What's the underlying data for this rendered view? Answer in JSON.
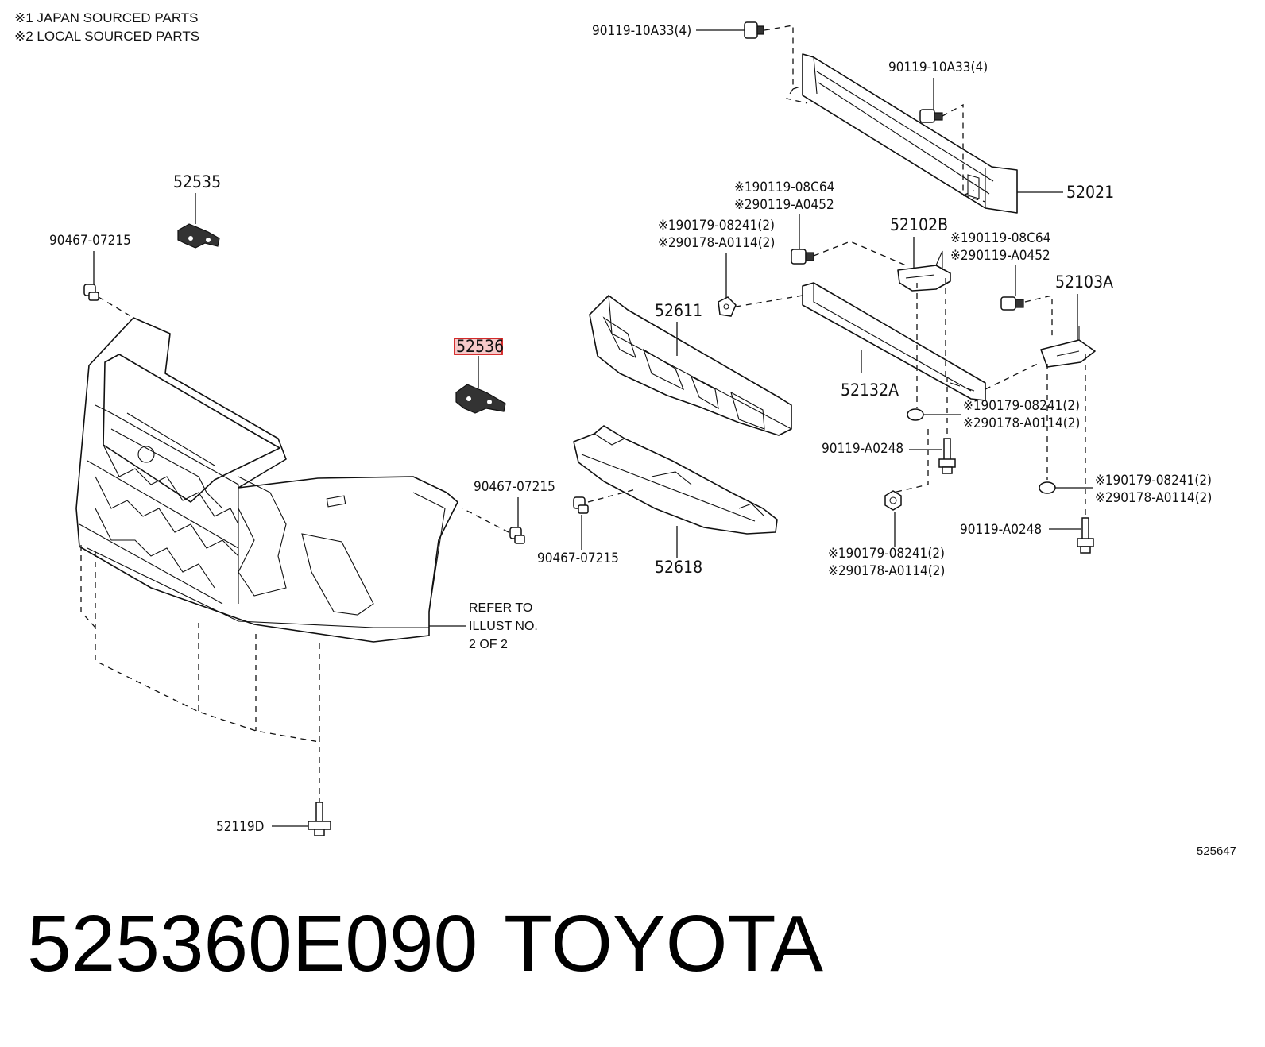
{
  "notes": {
    "japan": "※1 JAPAN SOURCED PARTS",
    "local": "※2 LOCAL SOURCED PARTS"
  },
  "callouts": {
    "bolt_top": "90119-10A33(4)",
    "bolt_upper": "90119-10A33(4)",
    "reinforcement": "52021",
    "bracket_left": "52535",
    "clip_left": "90467-07215",
    "bracket_selected": "52536",
    "clip_center": "90467-07215",
    "clip_lower": "90467-07215",
    "bolt_mid_1": "※190119-08C64",
    "bolt_mid_2": "※290119-A0452",
    "nut_left_1": "※190179-08241(2)",
    "nut_left_2": "※290178-A0114(2)",
    "bracket_mid": "52102B",
    "bolt_right_1": "※190119-08C64",
    "bolt_right_2": "※290119-A0452",
    "bracket_right": "52103A",
    "absorber": "52611",
    "support": "52132A",
    "nut_center_1": "※190179-08241(2)",
    "nut_center_2": "※290178-A0114(2)",
    "bolt_lower_center": "90119-A0248",
    "nut_far_right_1": "※190179-08241(2)",
    "nut_far_right_2": "※290178-A0114(2)",
    "bolt_lower_right": "90119-A0248",
    "nut_bottom_1": "※190179-08241(2)",
    "nut_bottom_2": "※290178-A0114(2)",
    "under_cover": "52618",
    "bottom_bolt": "52119D"
  },
  "refer_note": [
    "REFER TO",
    "ILLUST NO.",
    "2 OF 2"
  ],
  "illustration_number": "525647",
  "title": {
    "part_number": "525360E090",
    "brand": "TOYOTA"
  },
  "highlight_color": "#d01818"
}
